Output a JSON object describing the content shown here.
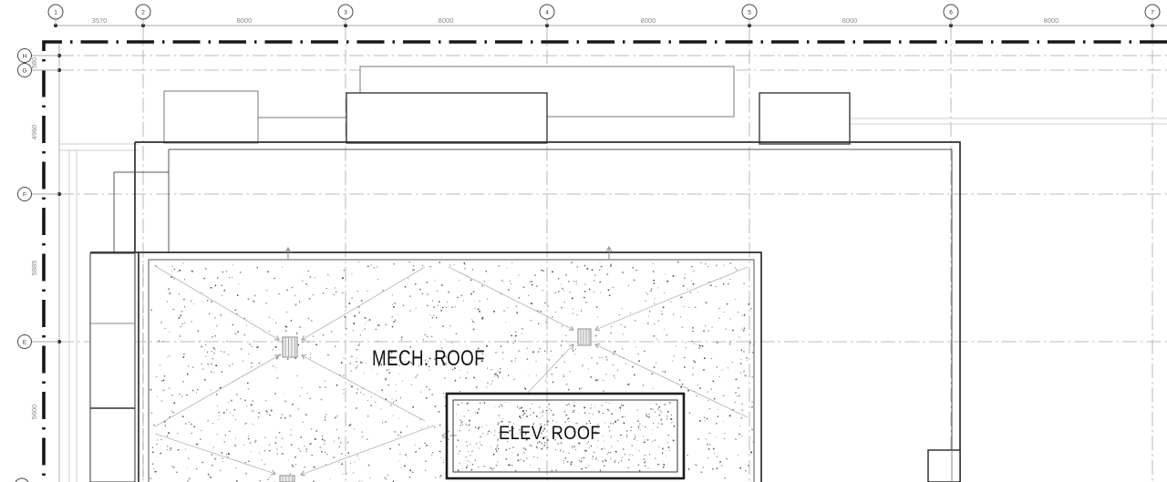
{
  "labels": {
    "mech_roof": "MECH. ROOF",
    "elev_roof": "ELEV. ROOF"
  },
  "top_grid": {
    "bubbles": [
      "1",
      "2",
      "3",
      "4",
      "5",
      "6",
      "7"
    ],
    "dims": [
      "3570",
      "8000",
      "8000",
      "8000",
      "8000",
      "8000"
    ]
  },
  "left_grid": {
    "bubbles": [
      "H",
      "G",
      "F",
      "E"
    ],
    "dims": [
      "580",
      "4960",
      "5885",
      "5600"
    ]
  },
  "colors": {
    "property_line": "#171717",
    "grid_line": "#a8a8a8",
    "roof_line": "#2f2f2f",
    "light_line": "#cfcfcf",
    "slope_line": "#b8b8b8",
    "dim_text": "#8a8a8a",
    "stipple": "#3c3c3c"
  }
}
